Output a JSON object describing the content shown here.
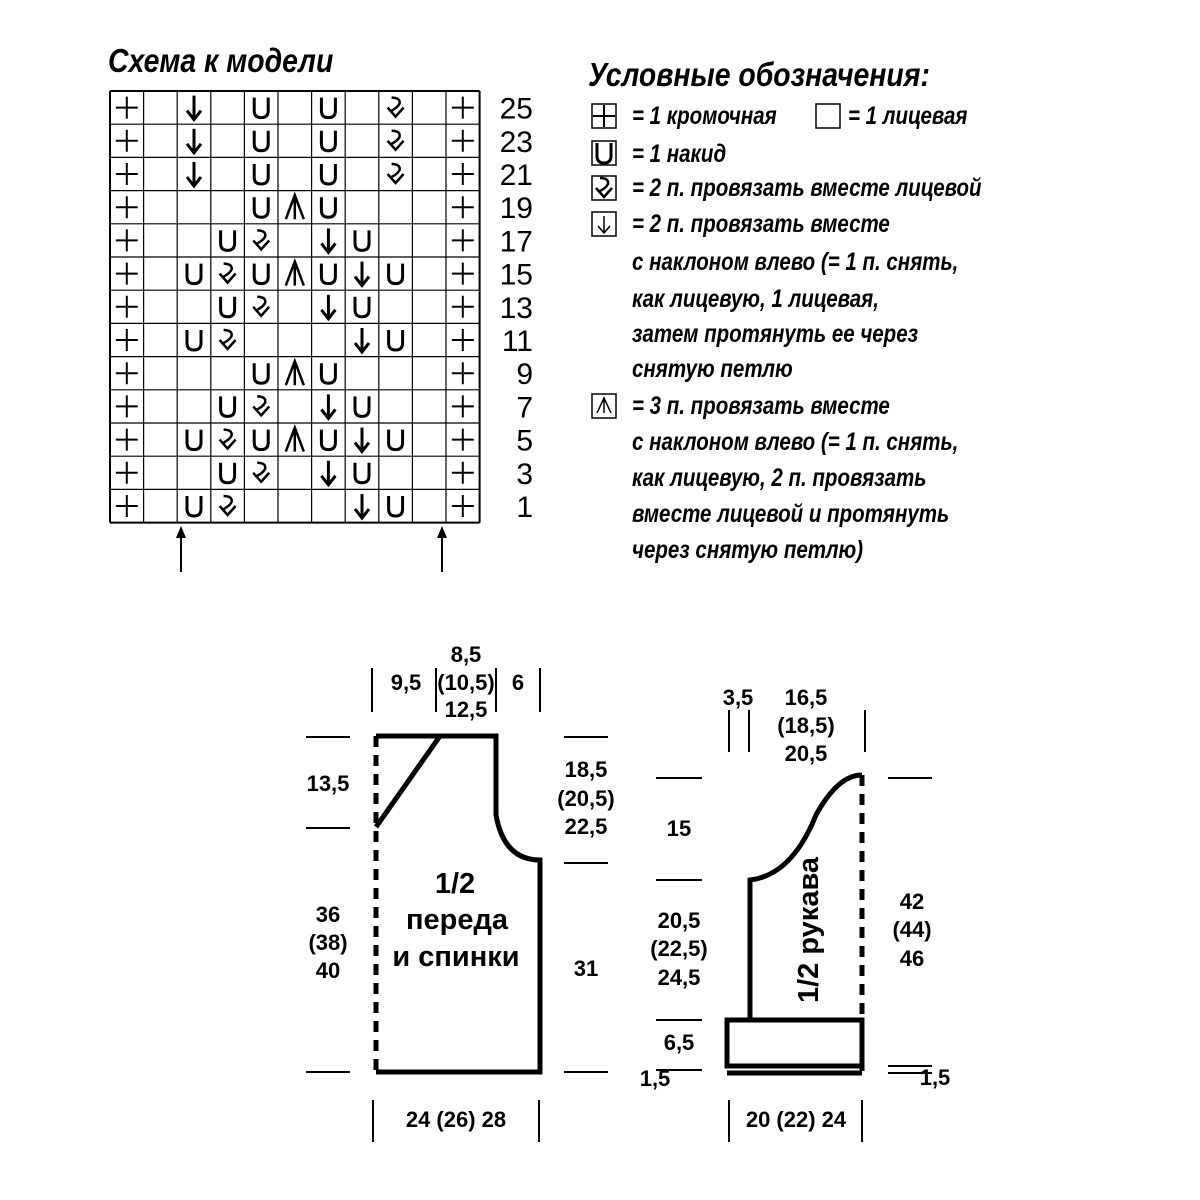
{
  "chart_title": "Схема к модели",
  "legend_title": "Условные обозначения:",
  "row_labels": [
    "25",
    "23",
    "21",
    "19",
    "17",
    "15",
    "13",
    "11",
    "9",
    "7",
    "5",
    "3",
    "1"
  ],
  "grid_rows": [
    [
      "+",
      "",
      "d",
      "",
      "U",
      "",
      "U",
      "",
      "k",
      "",
      "+"
    ],
    [
      "+",
      "",
      "d",
      "",
      "U",
      "",
      "U",
      "",
      "k",
      "",
      "+"
    ],
    [
      "+",
      "",
      "d",
      "",
      "U",
      "",
      "U",
      "",
      "k",
      "",
      "+"
    ],
    [
      "+",
      "",
      "",
      "",
      "U",
      "A",
      "U",
      "",
      "",
      "",
      "+"
    ],
    [
      "+",
      "",
      "",
      "U",
      "k",
      "",
      "d",
      "U",
      "",
      "",
      "+"
    ],
    [
      "+",
      "",
      "U",
      "k",
      "U",
      "A",
      "U",
      "d",
      "U",
      "",
      "+"
    ],
    [
      "+",
      "",
      "",
      "U",
      "k",
      "",
      "d",
      "U",
      "",
      "",
      "+"
    ],
    [
      "+",
      "",
      "U",
      "k",
      "",
      "",
      "",
      "d",
      "U",
      "",
      "+"
    ],
    [
      "+",
      "",
      "",
      "",
      "U",
      "A",
      "U",
      "",
      "",
      "",
      "+"
    ],
    [
      "+",
      "",
      "",
      "U",
      "k",
      "",
      "d",
      "U",
      "",
      "",
      "+"
    ],
    [
      "+",
      "",
      "U",
      "k",
      "U",
      "A",
      "U",
      "d",
      "U",
      "",
      "+"
    ],
    [
      "+",
      "",
      "",
      "U",
      "k",
      "",
      "d",
      "U",
      "",
      "",
      "+"
    ],
    [
      "+",
      "",
      "U",
      "k",
      "",
      "",
      "",
      "d",
      "U",
      "",
      "+"
    ]
  ],
  "legend": {
    "line1a": "= 1 кромочная",
    "line1b": "= 1 лицевая",
    "line2": "= 1 накид",
    "line3": "= 2 п. провязать вместе лицевой",
    "line4": "= 2 п. провязать вместе",
    "line4_cont": [
      "с наклоном влево (= 1 п. снять,",
      "как лицевую, 1 лицевая,",
      "затем протянуть ее через",
      "снятую петлю"
    ],
    "line5": "= 3 п. провязать вместе",
    "line5_cont": [
      "с наклоном влево (= 1 п. снять,",
      "как лицевую, 2 п. провязать",
      "вместе лицевой и протянуть",
      "через снятую петлю)"
    ]
  },
  "body_piece": {
    "label": [
      "1/2",
      "переда",
      "и спинки"
    ],
    "top_left": "9,5",
    "top_mid": [
      "8,5",
      "(10,5)",
      "12,5"
    ],
    "top_right": "6",
    "left_upper": "13,5",
    "left_lower": [
      "36",
      "(38)",
      "40"
    ],
    "right_upper": [
      "18,5",
      "(20,5)",
      "22,5"
    ],
    "right_lower": "31",
    "bottom": "24 (26) 28"
  },
  "sleeve_piece": {
    "label": "1/2 рукава",
    "top_left": "3,5",
    "top_right": [
      "16,5",
      "(18,5)",
      "20,5"
    ],
    "left_upper": "15",
    "left_mid": [
      "20,5",
      "(22,5)",
      "24,5"
    ],
    "left_cuff": "6,5",
    "left_bottom": "1,5",
    "right_mid": [
      "42",
      "(44)",
      "46"
    ],
    "right_bottom": "1,5",
    "bottom": "20 (22) 24"
  }
}
